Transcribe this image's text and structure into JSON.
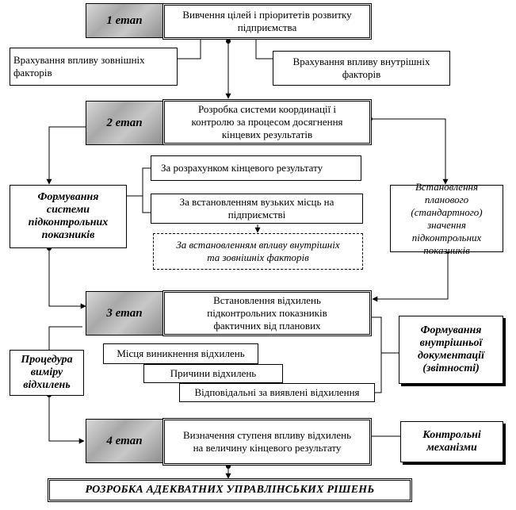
{
  "stage1": {
    "label": "1 етап",
    "text": "Вивчення цілей і пріоритетів розвитку підприємства"
  },
  "side1": {
    "left": "Врахування впливу зовнішніх факторів",
    "right": "Врахування впливу внутрішніх факторів"
  },
  "stage2": {
    "label": "2 етап",
    "text": "Розробка системи координації і контролю за процесом досягнення кінцевих результатів"
  },
  "formation": {
    "text": "Формування системи підконтрольних показників"
  },
  "methods": {
    "m1": "За розрахунком кінцевого результату",
    "m2": "За встановленням вузьких місць на підприємстві",
    "m3": "За встановленням впливу внутрішніх та зовнішніх факторів"
  },
  "planned": {
    "text": "Встановлення планового (стандартного) значення підконтрольних показників"
  },
  "stage3": {
    "label": "3 етап",
    "text": "Встановлення відхилень підконтрольних показників фактичних від планових"
  },
  "procedure": {
    "text": "Процедура виміру відхилень"
  },
  "docs": {
    "text": "Формування внутрішньої документації (звітності)"
  },
  "dev": {
    "d1": "Місця виникнення відхилень",
    "d2": "Причини відхилень",
    "d3": "Відповідальні за виявлені відхилення"
  },
  "stage4": {
    "label": "4 етап",
    "text": "Визначення ступеня впливу відхилень на величину кінцевого результату"
  },
  "control": {
    "text": "Контрольні механізми"
  },
  "final": {
    "text": "РОЗРОБКА АДЕКВАТНИХ УПРАВЛІНСЬКИХ РІШЕНЬ"
  }
}
